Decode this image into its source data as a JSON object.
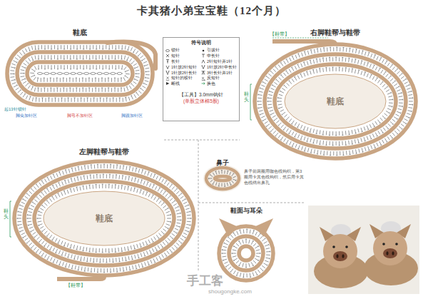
{
  "diagram": {
    "title": "卡其猪小弟宝宝鞋（12个月）",
    "nodes": [
      {
        "text": [
          "符号说明",
          "【工具】3.0mm钩针",
          "(单股立体棉5股)"
        ]
      },
      {
        "text": [
          "鞋底"
        ]
      },
      {
        "text": [
          "鞋底"
        ]
      }
    ],
    "labels": [
      "鞋底",
      "起13针锁针",
      "脚尖加针区",
      "脚弓不加针区",
      "脚跟加针区",
      "右脚鞋帮与鞋带",
      "【鞋带】",
      "鞋头",
      "左脚鞋帮与鞋带",
      "鞋头",
      "【鞋带】",
      "鼻子",
      "鼻子前两圈用咖色线钩织，第3圈用卡其色线钩织，然后用卡其色线绣出鼻孔",
      "鞋面与耳朵",
      "手工客",
      "shougongke.com"
    ],
    "legend": [
      {
        "text": "锁针"
      },
      {
        "text": "引拔针"
      },
      {
        "text": "短针"
      },
      {
        "text": "中长针"
      },
      {
        "text": "长针"
      },
      {
        "text": "2针短针并1针"
      },
      {
        "text": "1针放2针短针"
      },
      {
        "text": "1针放2针中长针"
      },
      {
        "text": "1针放2针长针"
      },
      {
        "text": "3针长针并1针"
      },
      {
        "text": "短针的棱针"
      },
      {
        "text": "反短针"
      },
      {
        "text": "断线"
      },
      {
        "text": "换色"
      }
    ]
  }
}
